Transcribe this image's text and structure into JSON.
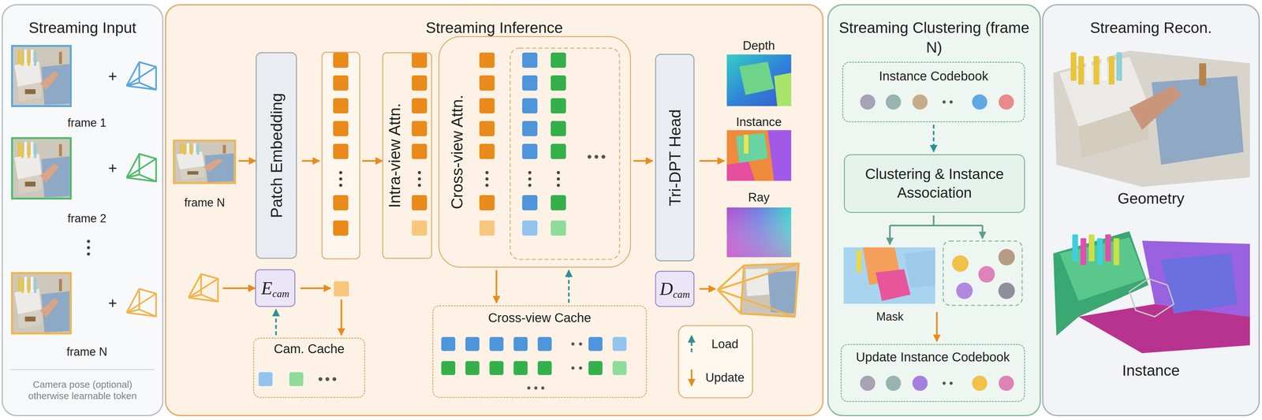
{
  "diagram": {
    "nodes": [
      {
        "text": [
          "Streaming Input"
        ]
      },
      {
        "text": [
          "Streaming Inference"
        ]
      },
      {
        "text": [
          "Patch Embedding"
        ],
        "in": 1
      },
      {
        "text": [
          "Intra-view Attn."
        ],
        "in": 1
      },
      {
        "text": [
          "Cross-view Attn."
        ],
        "in": 1
      },
      {
        "text": [
          "Tri-DPT Head"
        ],
        "in": 1
      },
      {
        "text": [
          "E",
          "cam"
        ],
        "in": 1
      },
      {
        "text": [
          "D",
          "cam"
        ],
        "in": 1
      },
      {
        "text": [
          "Cam. Cache"
        ],
        "in": 1
      },
      {
        "text": [
          "Cross-view Cache"
        ],
        "in": 1
      },
      {
        "text": [
          "Streaming Clustering (frame N)"
        ]
      },
      {
        "text": [
          "Instance Codebook"
        ],
        "in": 10
      },
      {
        "text": [
          "Clustering & Instance Association"
        ],
        "in": 10
      },
      {
        "text": [
          "Update Instance Codebook"
        ],
        "in": 10
      },
      {
        "text": [
          "Streaming Recon."
        ]
      }
    ],
    "edges": [
      {
        "from": 4,
        "to": 5,
        "arrow": "to"
      },
      {
        "from": 8,
        "to": 6,
        "arrow": "to"
      },
      {
        "from": 4,
        "to": 9,
        "arrow": "to"
      },
      {
        "from": 9,
        "to": 4,
        "arrow": "to"
      },
      {
        "from": 11,
        "to": 12,
        "arrow": "to"
      }
    ],
    "labels": [
      "+",
      "+",
      "+",
      "frame 1",
      "frame 2",
      "frame N",
      "Camera pose (optional) otherwise learnable token",
      "frame N",
      "Depth",
      "Instance",
      "Ray",
      "Mask",
      "Geometry",
      "Instance"
    ],
    "legend": [
      {
        "text": "Load"
      },
      {
        "text": "Update"
      }
    ]
  }
}
